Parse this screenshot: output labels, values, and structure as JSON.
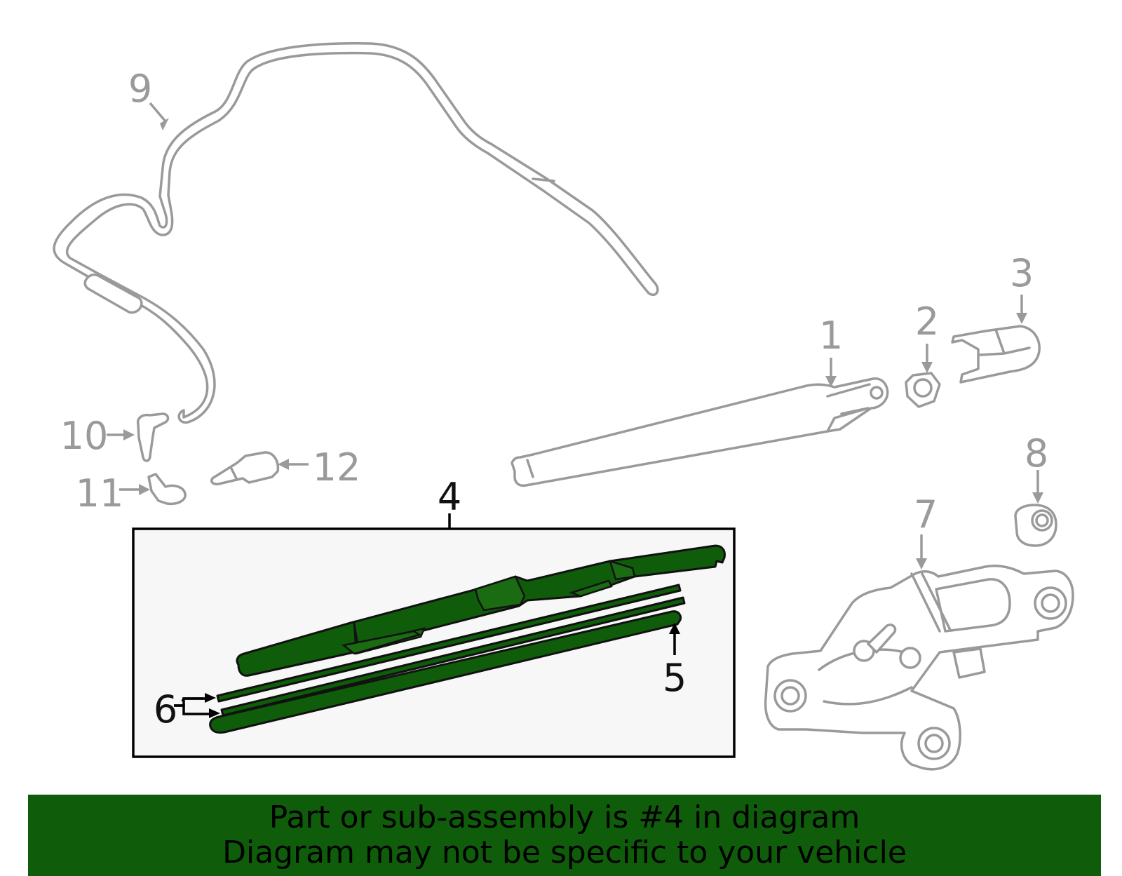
{
  "callouts": {
    "c1": "1",
    "c2": "2",
    "c3": "3",
    "c4": "4",
    "c5": "5",
    "c6": "6",
    "c7": "7",
    "c8": "8",
    "c9": "9",
    "c10": "10",
    "c11": "11",
    "c12": "12"
  },
  "banner": {
    "line1": "Part or sub-assembly is #4 in diagram",
    "line2": "Diagram may not be specific to your vehicle"
  },
  "colors": {
    "highlight": "#0f5c0a",
    "other_parts": "#9a9a9a",
    "inset_background": "#f7f7f7"
  }
}
